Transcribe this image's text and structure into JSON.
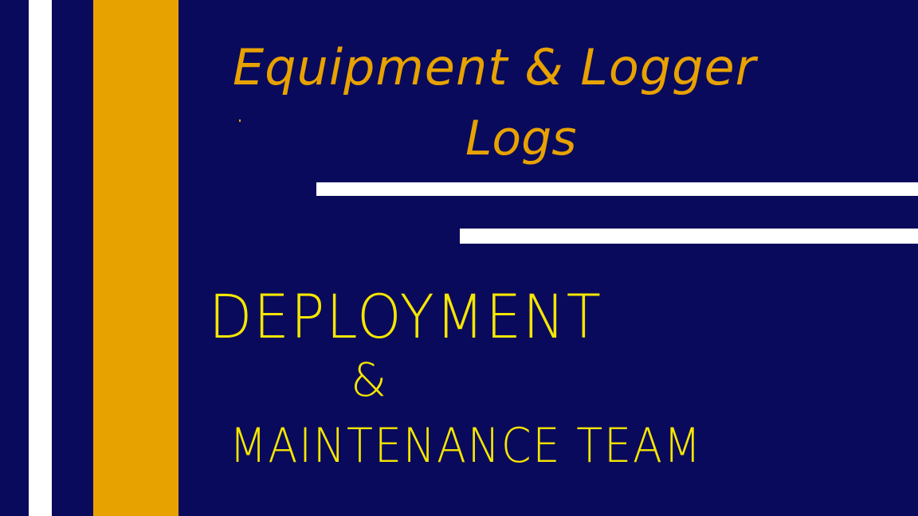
{
  "title": {
    "line1": "Equipment & Logger",
    "line2": "Logs"
  },
  "team": {
    "line1": "DEPLOYMENT",
    "line2": "&",
    "line3": "MAINTENANCE TEAM"
  },
  "colors": {
    "background": "#0a0a5c",
    "stripe_white": "#ffffff",
    "stripe_gold": "#e8a200",
    "title_text": "#e8a200",
    "team_text": "#f5e600"
  }
}
